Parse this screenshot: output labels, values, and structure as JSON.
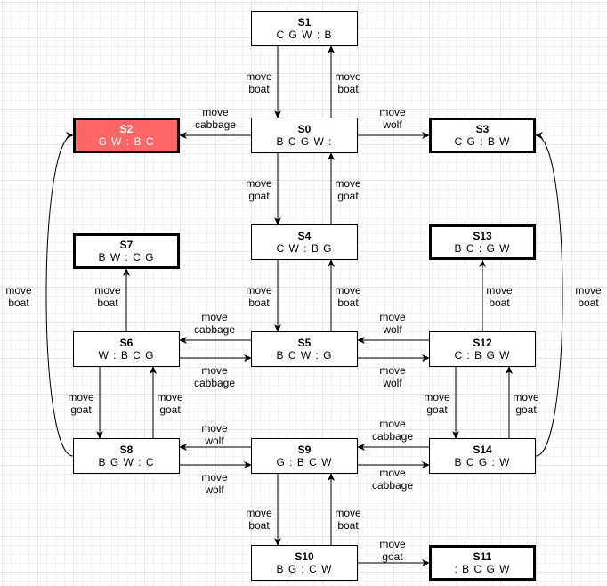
{
  "colors": {
    "edge": "#000000",
    "node_border": "#000000",
    "node_fill": "#ffffff",
    "failed_fill": "#ff6666",
    "failed_text": "#ffffff"
  },
  "nodes": [
    {
      "key": "S0",
      "id": "S0",
      "state": "B C G W :",
      "style": "normal"
    },
    {
      "key": "S1",
      "id": "S1",
      "state": "C G W : B",
      "style": "normal"
    },
    {
      "key": "S2",
      "id": "S2",
      "state": "G W : B C",
      "style": "failed"
    },
    {
      "key": "S3",
      "id": "S3",
      "state": "C G : B W",
      "style": "terminal"
    },
    {
      "key": "S4",
      "id": "S4",
      "state": "C W : B G",
      "style": "normal"
    },
    {
      "key": "S5",
      "id": "S5",
      "state": "B C W : G",
      "style": "normal"
    },
    {
      "key": "S6",
      "id": "S6",
      "state": "W : B C G",
      "style": "normal"
    },
    {
      "key": "S7",
      "id": "S7",
      "state": "B W : C G",
      "style": "terminal"
    },
    {
      "key": "S8",
      "id": "S8",
      "state": "B G W : C",
      "style": "normal"
    },
    {
      "key": "S9",
      "id": "S9",
      "state": "G : B C W",
      "style": "normal"
    },
    {
      "key": "S10",
      "id": "S10",
      "state": "B G : C W",
      "style": "normal"
    },
    {
      "key": "S11",
      "id": "S11",
      "state": ": B C G W",
      "style": "terminal"
    },
    {
      "key": "S12",
      "id": "S12",
      "state": "C : B G W",
      "style": "normal"
    },
    {
      "key": "S13",
      "id": "S13",
      "state": "B C : G W",
      "style": "terminal"
    },
    {
      "key": "S14",
      "id": "S14",
      "state": "B C G : W",
      "style": "normal"
    }
  ],
  "edges": [
    {
      "key": "e1",
      "from": "S1",
      "to": "S0",
      "label": "move\nboat"
    },
    {
      "key": "e2",
      "from": "S0",
      "to": "S1",
      "label": "move\nboat"
    },
    {
      "key": "e3",
      "from": "S0",
      "to": "S2",
      "label": "move\ncabbage"
    },
    {
      "key": "e4",
      "from": "S0",
      "to": "S3",
      "label": "move\nwolf"
    },
    {
      "key": "e5",
      "from": "S0",
      "to": "S4",
      "label": "move\ngoat"
    },
    {
      "key": "e6",
      "from": "S4",
      "to": "S0",
      "label": "move\ngoat"
    },
    {
      "key": "e7",
      "from": "S4",
      "to": "S5",
      "label": "move\nboat"
    },
    {
      "key": "e8",
      "from": "S5",
      "to": "S4",
      "label": "move\nboat"
    },
    {
      "key": "e9",
      "from": "S5",
      "to": "S6",
      "label": "move\ncabbage"
    },
    {
      "key": "e10",
      "from": "S6",
      "to": "S5",
      "label": "move\ncabbage"
    },
    {
      "key": "e11",
      "from": "S12",
      "to": "S5",
      "label": "move\nwolf"
    },
    {
      "key": "e12",
      "from": "S5",
      "to": "S12",
      "label": "move\nwolf"
    },
    {
      "key": "e13",
      "from": "S6",
      "to": "S7",
      "label": "move\nboat"
    },
    {
      "key": "e14",
      "from": "S12",
      "to": "S13",
      "label": "move\nboat"
    },
    {
      "key": "e15",
      "from": "S6",
      "to": "S8",
      "label": "move\ngoat"
    },
    {
      "key": "e16",
      "from": "S8",
      "to": "S6",
      "label": "move\ngoat"
    },
    {
      "key": "e17",
      "from": "S12",
      "to": "S14",
      "label": "move\ngoat"
    },
    {
      "key": "e18",
      "from": "S14",
      "to": "S12",
      "label": "move\ngoat"
    },
    {
      "key": "e19",
      "from": "S9",
      "to": "S8",
      "label": "move\nwolf"
    },
    {
      "key": "e20",
      "from": "S8",
      "to": "S9",
      "label": "move\nwolf"
    },
    {
      "key": "e21",
      "from": "S14",
      "to": "S9",
      "label": "move\ncabbage"
    },
    {
      "key": "e22",
      "from": "S9",
      "to": "S14",
      "label": "move\ncabbage"
    },
    {
      "key": "e23",
      "from": "S9",
      "to": "S10",
      "label": "move\nboat"
    },
    {
      "key": "e24",
      "from": "S10",
      "to": "S9",
      "label": "move\nboat"
    },
    {
      "key": "e25",
      "from": "S10",
      "to": "S11",
      "label": "move\ngoat"
    },
    {
      "key": "e26",
      "from": "S8",
      "to": "S2",
      "label": "move\nboat"
    },
    {
      "key": "e27",
      "from": "S14",
      "to": "S3",
      "label": "move\nboat"
    }
  ]
}
